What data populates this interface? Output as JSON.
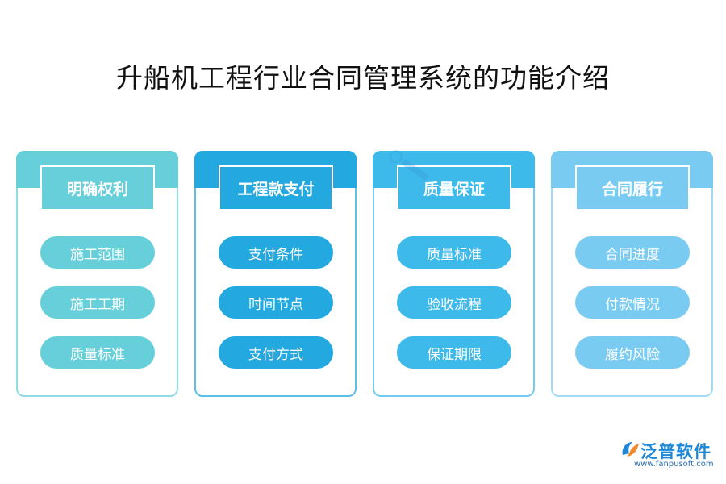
{
  "title": "升船机工程行业合同管理系统的功能介绍",
  "columns": [
    {
      "header": "明确权利",
      "color": "#66cfd9",
      "border": "#8fdce3",
      "items": [
        "施工范围",
        "施工工期",
        "质量标准"
      ]
    },
    {
      "header": "工程款支付",
      "color": "#23a9df",
      "border": "#5bbfe8",
      "items": [
        "支付条件",
        "时间节点",
        "支付方式"
      ]
    },
    {
      "header": "质量保证",
      "color": "#3db9ea",
      "border": "#74cdf0",
      "items": [
        "质量标准",
        "验收流程",
        "保证期限"
      ]
    },
    {
      "header": "合同履行",
      "color": "#7acbf1",
      "border": "#a2daf5",
      "items": [
        "合同进度",
        "付款情况",
        "履约风险"
      ]
    }
  ],
  "logo": {
    "name": "泛普软件",
    "url": "www.fanpusoft.com",
    "icon": "fanpu-logo-icon"
  }
}
